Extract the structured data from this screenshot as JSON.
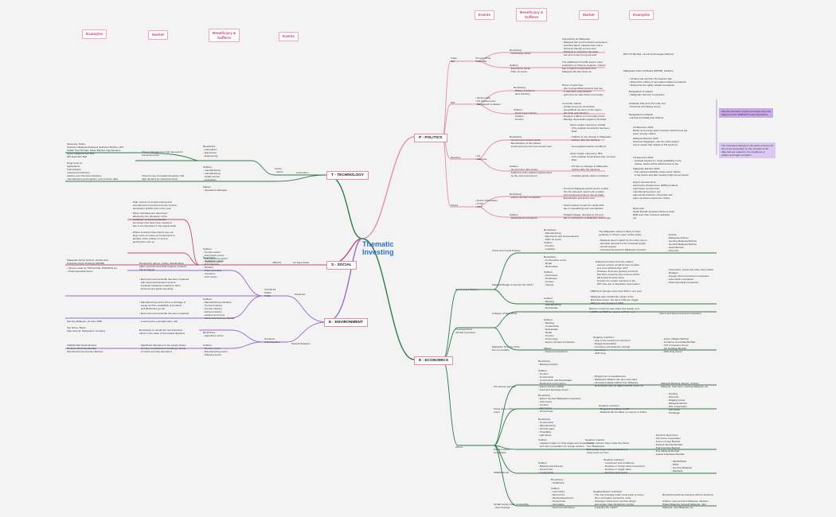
{
  "legend_left": [
    "Examples",
    "Market",
    "Beneficiary &\nSufferer",
    "Events"
  ],
  "legend_right": [
    "Events",
    "Beneficiary &\nSufferer",
    "Market",
    "Examples"
  ],
  "center": "Thematic\nInvesting",
  "branches": {
    "politics": "P - POLITICS",
    "technology": "T - TECHNOLOGY",
    "social": "S - SOCIAL",
    "environment": "E - ENVIRONMENT",
    "economics": "E - ECONOMICS"
  },
  "politics": {
    "events": [
      "Trade\nWar",
      "US and China\nTrade War",
      "War",
      "• Ukraine War\n• US Crackers ban\n  Bangladesh & attacks",
      "Elections",
      "• US\n• Malaysia",
      "Urbani",
      "• Rossi Urbanisation\n• CTCP\n• WTF"
    ],
    "items": [
      "Beneficiary\n- Technology sector",
      "Opportunity for Malaysian\n- Malaysia has semiconductor ecosystem,\n  including talent, infrastructure and a\n  business-friendly environment\n- Malaysia is neutral for the trade\n  war and comes into good rank",
      "BCH ST Berhad, Inventi Technologies Berhad",
      "Sufferer\n- Electronics sector\n- Palm oil sector",
      "The additional US tariffs lead to more\nproduction of Chinese products, China's\nrise to import components from\nMalaysia will slow down as",
      "Malaysians Palm Oil Board (MPOB), Sarkhan",
      "Beneficiary\n- Military & defense\n  (and industry)",
      "Prices of gold rises\n- due to geopolitical tensions and rise\n  in defensive expenditures\n- gold price as safe-haven commodity",
      "• Ukraine war and the US Crackers ban\n• Raised the military & aerospace related companies\n• Raised the fire agility-related companies",
      "Sufferer\n- Oil and gas industry\n- Aviation\n- Tourism",
      "Bangladesh & attacks\n• Malaysian Security Companies",
      "Uncertain outlook\n- Global economic uncertainty\n- Geopolitical tensions on the region\n  (for trade and industry)\n- Request a affect on commodity prices\n- Manage depreciation against US Dollar",
      "Ukrainian War and US Crude Imp.\n• Petronas and Dialog Group",
      "Bangladesh & attacks\n• AirAsia and Malaysian Airlines",
      "Beneficiary\n- Government related stocks\n- Beneficiaries of the policies\n  implemented by the new Government",
      "Stock market / Economy: DOGE\n- If the political uncertainty has been\n  lifted",
      "US Elections 2024\nBanks and energy plant company which boost the\ngreen energy market",
      "- Sufferer to see change in Malaysia's\n  policies after the elections",
      "Malaysia Election 2022\nPetronas Dagangan, was the sixth-ranked\nbonus stocks that related to PN elections",
      "- Good global taxation conditions",
      "Sufferer\n- Government rank stocks\n- Sufferers of the policies implemented\n  by the new Government",
      "Stock market / Economy: BNI\n- If the political uncertainties has not been\n  lifted",
      "US Elections 2024\n- Gradual prepare for rising availability in the\n  market, banks will be affected due to the",
      "- US has no changes to Malaysia's\n  policies after the elections",
      "Malaysian Election 2022\n- The political instability cause stock market\n  to dip before and after weekly bright bonus stocks",
      "- Unstable global market conditions",
      "Beneficiary\n- Export oriented companies",
      "- Promotes Malaysia growth as the central\n  hub the transport, lead to job creation\n  and employment rate to rise as trade\n  liberalization and lesser cost",
      "Export oriented firms:\nelectronics Infrastructure (EMS) products,\nautomotive components,\nmanufacturing sector can\nagricultural products, chemicals and\npaper products exported to China.",
      "Sufferer\n- Multinational companies",
      "- Stock markets remain the world-wide\n  due to specializing and uncertainties",
      "Bank Audi\nSaudi Riyadh, Emirates Winners Arab\nBNB and other business activities\netc.",
      "- Straight linkage, demand by US and\n  due to contraction of Malaysia's total output"
    ],
    "notes": [
      "Vast the intensive 'country increases from the\nSigners on the WEB ELT's war importance",
      "The increased value(s) to decrease tensions for\nthe oil are dependent on the oil stock of the\ndata that are related to the conditions of\npolitics and major countries"
    ]
  },
  "technology": {
    "items": [
      "Samsung, Nokia,\nSolutions Malaysia Business Solutions BA BA s, BH\nSabah Tech Berhad, Maxis Berhad, Digi Advance\nSpecs Malaysia Sdn Bhd\nRPI Data Sdn Bhd",
      "These industries has high demand for\nindustrial robots",
      "Beneficiary\n- Automation\n- Electronics\n- Engineering",
      "Huge boom in:\napplications\nhost industry\nmetal and machinery\nplastics and chemical industries\nmanufacturing and logistics, pure function data",
      "Inherent new innovation/revolution that\nhigh demand for industrial robots",
      "Sufferer\n- manufacturing\n- manufacturing\n- health service\n- production",
      "Market\n- Operations Manager",
      "Social\n- robots",
      "Automation"
    ]
  },
  "social": {
    "items": [
      "- High number of couples leisure and\n  entertainment investment by the centres,\n  developers at 80% drop in the year",
      "- Many manufacturers have been\n  affected by the disruption of the\n  workforce, so fewer production\n  processes that have been impacted\n  due to the disruption in the supply chain",
      "- Where investors have had to pay out\n  large sums of money at components in\n  families of the military on and so\n  pushing the cost up",
      "Sufferer\n- Tourism sector\n- Automotive sector\n- Manufacturing sector\n- Insurance sector",
      "Malaysian Airline System, AirAsia and\nPetronas Airport Holdings (MAHB)",
      "VBGOS",
      "Air Java Crash"
    ]
  },
  "environment": {
    "items": [
      "• Gloves made by TOPGLOVE, HORIZON etc\n• Pharmaceutical stores",
      "Demand for gloves, masks, disinfectants,\npaper products and other hygiene products\nhas increased",
      "Beneficiary\n- Healthcare sector\n- E-Commerce\n- Medical\n- Pharmaceutical\n- Insurance\n- Tech sector",
      "COVID-19\nSARS\nH1N1",
      "Pandemic",
      "• Economic and social life has been impacted\n  with travel and transport sectors\n  impacted lockdowns leading to fall in\n  business and public spending",
      "Sufferer\n- Manufacturing industries\n- Tourism industry\n- Service industry\n- Airlines industry\n- Aviation and travel\n- Airline and business (MAS)",
      "• Manufacturing sector led to a shortage of\n  supply and the availability of products\n  and distribution goods",
      "• Economic and social life has been impacted",
      "Gaming Malaysia, Air Asia, FBB",
      "- Lowering the overnight policy rate",
      "Top Glove, Maxis\nSign Ascend, Malaysian's company",
      "Beneficiary to rebuild the reconstruction\nefforts in the wake of the natural disasters",
      "Beneficiary\n- Agriculture sector",
      "Tsunamis\n& Earthquakes",
      "Natural Disasters",
      "ASB Berhad Serial Method\nTechnics Oil & Gas Berhad\nMechanical Construction Berhad",
      "- Significant disruption to the supply chains\n  of many manufacturers including a family\n  of hotels and ship operations",
      "Sufferer\n- Tourism sector\n- Manufacturing sector\n- Shipping sector"
    ]
  },
  "economics": {
    "events": [
      "Government Policies",
      "China Govt Covid Policies",
      "Malaysia Budget & Service Tax (SST)",
      "Financial Crisis\n(Global recession)",
      "Collapse of Wall Street",
      "Malaysian Housing Crisis\nDot com bubble",
      "Others",
      "US interest rate hike",
      "China stock market\ncrash",
      "Foreign labour\nimmigration",
      "SME/financial",
      "Global supply chain vulnerability\n- chip shortage"
    ],
    "items": [
      "Beneficiary\n- Manufacturing\n- Electronics and semiconductor\n- Palm oil sector",
      "Sufferer\n- Tourism\n- Logistics",
      "The Malaysian market is likely to react\npositively to China's open border policy",
      "- Malaysia doesn't affect by the policy due to\n  domestic demand for the industrial supply\n- Goods surplus\n- Increased demand for Malaysian products",
      "- AirAsia\n- Malaysian Airlines\n- Genting Malaysia Berhad\n- Genting Malaysia Berhad\n- Gaba Berhad\n- Petronas",
      "Beneficiary\n- Construction sector\n- Retail\n- Real estate",
      "Sufferer\n- Automotive\n- Healthcare\n- Tourism\n- Imports",
      "Raised incentives from the market:\n- new tax system would be less complex\n  and more efficient than GST\n- However, there are growing concerns\n  that there would be less revenue which\n  will impact investor taxes\n- Overall, the market reactions to the\n  SST was one of skepticism and caution",
      "- Automotive, hotels and other food outlets\n- Retailers\n- Foreign direct investment companies\n- Automobile companies\n- Pharmaceutical companies",
      "Sufferer\n- Banking\n- Manufacturing\n- Real Estate",
      "- FBM KLCI plunges more than 50% in one year",
      "- Malaysia was included the whole of the\n  Bond Economies, the tail of USD per ringgit\n  falling by over 8 years in 2008",
      "Bad the resources was sharp and steady, and\nin 2009 and 2010 per quarter of 8 per cent.",
      "Import and Export oriented companies",
      "Sufferer\n- Banking\n- Construction\n- Real Estate\n- Retail\n- Tourism\n- Technology\n- Export oriented companies",
      "Market\n- Telecommunications",
      "Negative reactions:\n- drop in the investment sentiment\n- Ringgit depreciation\n- Increases and attractive savings\n  incentives\n- GDP drop",
      "- Cyber Villages Berhad\n- Comprise Cord Data Berhad\n- ICS Computers Group\n- GF Holdings Berhad\n- Web Sing Group",
      "Beneficiary\n- Banking industry",
      "Sufferer\n- Tourism\n- Construction\n- Construction and Real Estate\n- Retail and e-Commerce\n- Export-industry (EMS)\n- Food and beverage sector",
      "- Ringgit loss competitiveness\n- Malaysia's inflation rate also sees back\n- Increased capital outflow from Malaysia\n  as investors look for higher returns in the US",
      "Malaysia Banking industry, AirAsia,\nMalaysia, Fast Lane, Genting Malaysia, etc",
      "Beneficiary\n- Export oriented Malaysian companies\n- Automotive\n- Tourism\n- Electronics\n- Oil and Gas",
      "Negative reactions:\n- Ringgit depreciation by 2%\n- Malaysia fell into Bear on exports to China",
      "- Genting\n- Petronas\n- Dagang Group\n- Malaysia Airlines\n- PCL Corporation\n- Top Glove\n- Hartalega",
      "Beneficiary\n- Construction\n- Manufacturing\n- Oil field sales\n- Hospitality\n- Agriculture",
      "Sufferer\n- negative impact on local wages and employment,\n  and more competition for foreign workers",
      "Negative reaction:\n- Foreign workers have made the choice\n  from Malaysians\n- Bad quality wages and contributory to\n  rising levels of crime",
      "- Dynamic Resources\n- Top Glove Corporation\n- Kosmo Group Berhad\n- Pantech Berhad Berhad\n- Petronas Dan Berhad\n- Pos Malaysia Berhad\n- Gabun Frankstein Berhad",
      "Sufferer\n- Banking and Finance\n- Oil and Gas\n- Construction",
      "Negative reactions:\n- Investment and confidence\n- Declines in foreign direct investment\n- Declines in ringgit value\n- Declining debt levels",
      "- PETRONAS\n- MISC\n- Genting Malaysia\n- Maybank",
      "Beneficiary\n- Healthcare",
      "Sufferer\n- Automotive\n- Electronics\n- Medical Equipment\n- Oil and Gas\n- Aerospace\n- Telecommunications",
      "Negative/Export restriction\n- The chip shortage leads some bank to prices\n  drive and higher production costs\n- Shortage could lead to product delays\n  and supply chain disruptions, further\n  impacting the market",
      "Beneficial would we business with an business",
      "Sufferer: auto and tech Malaysia, Western\nDigital Malaysia, Renault Malaysia, Intel\nMalaysia, Intel Malaysia, etc."
    ]
  },
  "colors": {
    "politics": "#e58fa6",
    "technology": "#2f7d4a",
    "social": "#c2516d",
    "environment": "#9b6ad1",
    "economics": "#2f7d4a"
  }
}
